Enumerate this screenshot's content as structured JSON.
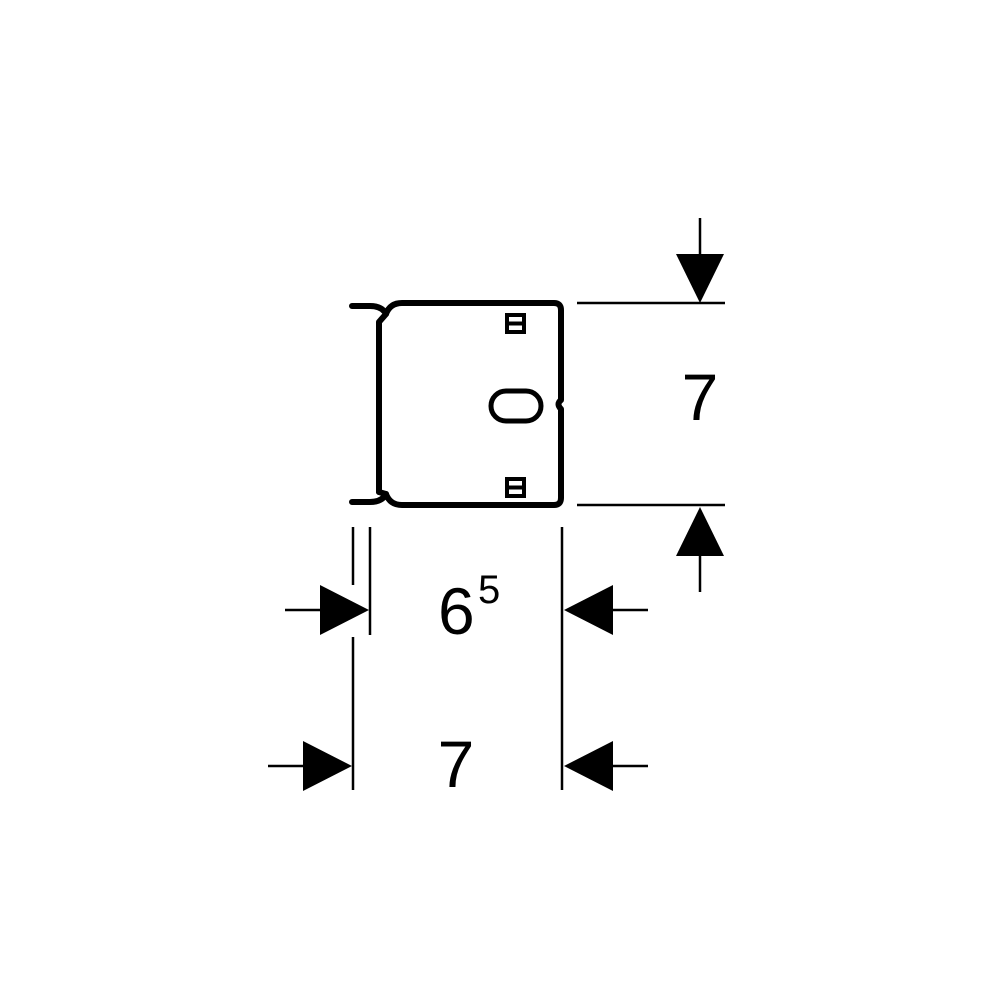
{
  "diagram": {
    "height_label": "7",
    "inner_width_label_base": "6",
    "inner_width_label_sup": "5",
    "outer_width_label": "7"
  },
  "colors": {
    "line": "#000000",
    "background": "#ffffff"
  }
}
